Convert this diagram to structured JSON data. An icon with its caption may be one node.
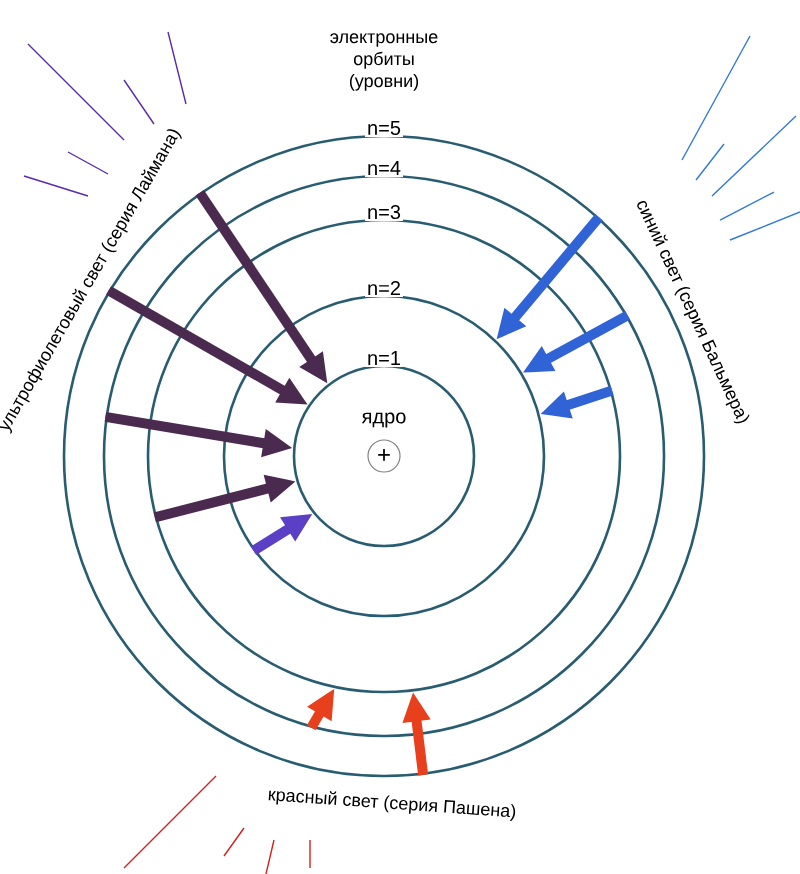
{
  "diagram": {
    "nodes": [
      {
        "text": [
          "n=5"
        ]
      },
      {
        "text": [
          "n=4"
        ],
        "in": 0
      },
      {
        "text": [
          "n=3"
        ],
        "in": 1
      },
      {
        "text": [
          "n=2"
        ],
        "in": 2
      },
      {
        "text": [
          "n=1"
        ],
        "in": 3
      },
      {
        "text": [
          "ядро",
          "+"
        ],
        "in": 4
      }
    ],
    "edges": [
      {
        "from": 0,
        "to": 4,
        "arrow": "to"
      },
      {
        "from": 0,
        "to": 4,
        "arrow": "to"
      },
      {
        "from": 1,
        "to": 4,
        "arrow": "to"
      },
      {
        "from": 2,
        "to": 4,
        "arrow": "to"
      },
      {
        "from": 3,
        "to": 4,
        "arrow": "to",
        "color": "#5b3fc4"
      },
      {
        "from": 0,
        "to": 3,
        "arrow": "to",
        "color": "#2f63d6"
      },
      {
        "from": 1,
        "to": 3,
        "arrow": "to",
        "color": "#2f63d6"
      },
      {
        "from": 2,
        "to": 3,
        "arrow": "to",
        "color": "#2f63d6"
      },
      {
        "from": 1,
        "to": 2,
        "arrow": "to",
        "color": "#e8401c"
      },
      {
        "from": 0,
        "to": 2,
        "arrow": "to",
        "color": "#e8401c"
      }
    ],
    "labels": [
      "электронные орбиты (уровни)",
      "ультрофиолетовый свет (серия Лаймана)",
      "синий свет (серия Бальмера)",
      "красный свет (серия Пашена)"
    ]
  }
}
